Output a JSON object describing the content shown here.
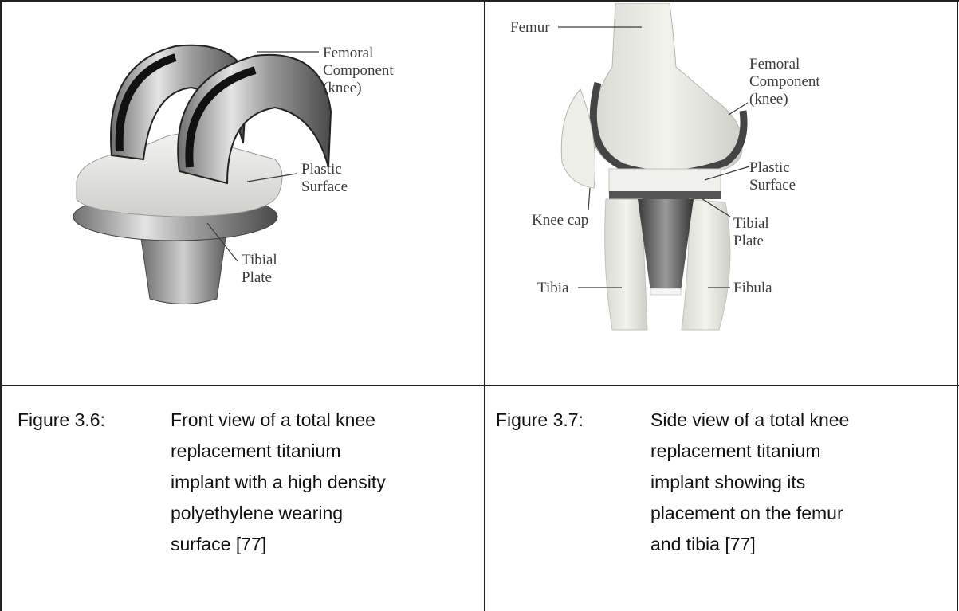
{
  "figures": [
    {
      "labels": {
        "femoral_component": "Femoral\nComponent\n(knee)",
        "plastic_surface": "Plastic\nSurface",
        "tibial_plate": "Tibial\nPlate"
      },
      "caption_number": "Figure 3.6:",
      "caption_lines": [
        "Front view of a total knee",
        "replacement titanium",
        "implant with a high density",
        "polyethylene wearing",
        "surface [77]"
      ]
    },
    {
      "labels": {
        "femur": "Femur",
        "femoral_component": "Femoral\nComponent\n(knee)",
        "plastic_surface": "Plastic\nSurface",
        "knee_cap": "Knee cap",
        "tibial_plate": "Tibial\nPlate",
        "tibia": "Tibia",
        "fibula": "Fibula"
      },
      "caption_number": "Figure 3.7:",
      "caption_lines": [
        "Side view of a total knee",
        "replacement titanium",
        "implant showing its",
        "placement on the femur",
        "and tibia [77]"
      ]
    }
  ]
}
